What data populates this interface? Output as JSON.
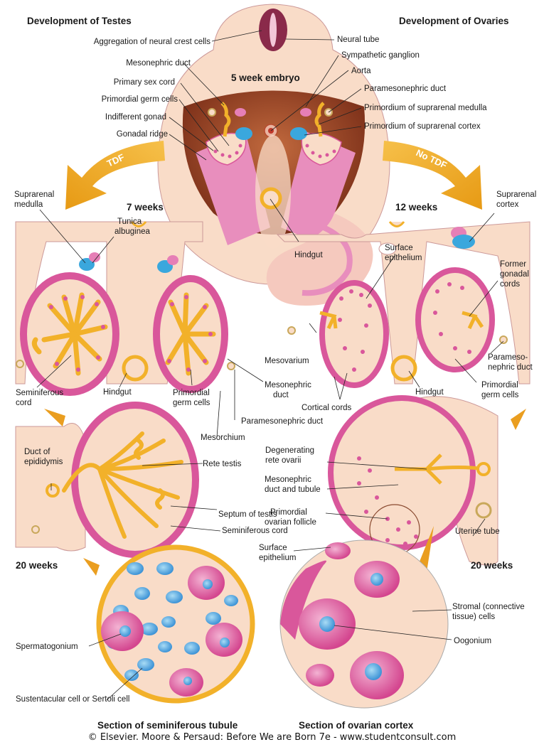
{
  "headings": {
    "testes": "Development of Testes",
    "ovaries": "Development of Ovaries",
    "embryo": "5 week embryo",
    "weeks7": "7 weeks",
    "weeks12": "12 weeks",
    "weeks20_left": "20 weeks",
    "weeks20_right": "20 weeks",
    "section_tubule": "Section of seminiferous tubule",
    "section_cortex": "Section of ovarian cortex"
  },
  "arrows": {
    "tdf": "TDF",
    "no_tdf": "No TDF"
  },
  "labels": {
    "aggregation": "Aggregation of neural crest cells",
    "neural_tube": "Neural tube",
    "mesonephric_duct_top": "Mesonephric duct",
    "sympathetic_ganglion": "Sympathetic ganglion",
    "primary_sex_cord": "Primary sex cord",
    "aorta": "Aorta",
    "paramesonephric_top": "Paramesonephric duct",
    "primordial_germ_top": "Primordial germ cells",
    "primordium_medulla": "Primordium of suprarenal medulla",
    "indifferent_gonad": "Indifferent gonad",
    "primordium_cortex": "Primordium of suprarenal cortex",
    "gonadal_ridge": "Gonadal ridge",
    "suprarenal_medulla_1": "Suprarenal",
    "suprarenal_medulla_2": "medulla",
    "suprarenal_cortex_1": "Suprarenal",
    "suprarenal_cortex_2": "cortex",
    "tunica_1": "Tunica",
    "tunica_2": "albuginea",
    "hindgut_center": "Hindgut",
    "surface_epi_1": "Surface",
    "surface_epi_2": "epithelium",
    "former_1": "Former",
    "former_2": "gonadal",
    "former_3": "cords",
    "mesovarium": "Mesovarium",
    "parameso_1": "Parameso-",
    "parameso_2": "nephric duct",
    "seminiferous_cord_1": "Seminiferous",
    "seminiferous_cord_2": "cord",
    "hindgut_left": "Hindgut",
    "primordial_germ_l1": "Primordial",
    "primordial_germ_l2": "germ cells",
    "mesonephric_duct_mid_1": "Mesonephric",
    "mesonephric_duct_mid_2": "duct",
    "hindgut_right": "Hindgut",
    "primordial_germ_r1": "Primordial",
    "primordial_germ_r2": "germ cells",
    "cortical_cords": "Cortical cords",
    "paramesonephric_mid": "Paramesonephric duct",
    "mesorchium": "Mesorchium",
    "duct_epididymis_1": "Duct of",
    "duct_epididymis_2": "epididymis",
    "rete_testis": "Rete testis",
    "degenerating_1": "Degenerating",
    "degenerating_2": "rete ovarii",
    "mesonephric_tubule_1": "Mesonephric",
    "mesonephric_tubule_2": "duct and tubule",
    "septum": "Septum of testis",
    "primordial_follicle_1": "Primordial",
    "primordial_follicle_2": "ovarian follicle",
    "seminiferous_cord_b": "Seminiferous cord",
    "uterine_tube": "Uterine tube",
    "surface_epi_b1": "Surface",
    "surface_epi_b2": "epithelium",
    "stromal_1": "Stromal (connective",
    "stromal_2": "tissue) cells",
    "spermatogonium": "Spermatogonium",
    "oogonium": "Oogonium",
    "sertoli": "Sustentacular cell or Sertoli cell"
  },
  "copyright": "© Elsevier. Moore & Persaud: Before We are Born 7e - www.studentconsult.com",
  "colors": {
    "tissue": "#f9dcc8",
    "pink": "#d9579b",
    "pink_light": "#eaa6c8",
    "yellow": "#f2b12a",
    "blue": "#3aa7dd",
    "dark_cavity": "#8c3a22"
  }
}
